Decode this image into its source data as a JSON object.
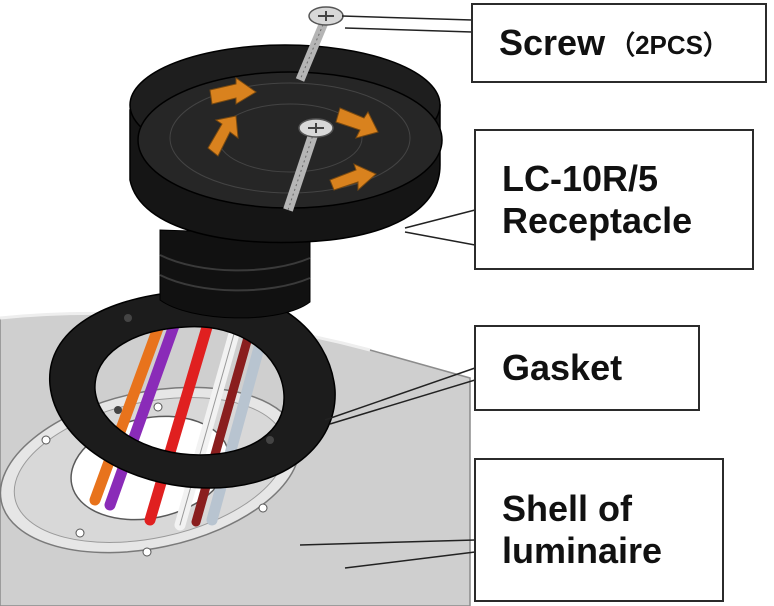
{
  "labels": {
    "screw": {
      "main": "Screw",
      "qty": "（2PCS）"
    },
    "receptacle": {
      "line1": "LC-10R/5",
      "line2": "Receptacle"
    },
    "gasket": {
      "main": "Gasket"
    },
    "shell": {
      "line1": "Shell of",
      "line2": "luminaire"
    }
  },
  "colors": {
    "receptacle_body": "#1c1c1c",
    "terminal_accent": "#d9821e",
    "shell_gray": "#cfcfcf",
    "wire_orange": "#e8731c",
    "wire_purple": "#8a2bb8",
    "wire_red": "#e02020",
    "wire_white": "#f2f2f2",
    "wire_brown": "#8a1e1e",
    "wire_gray": "#b8c4d0"
  }
}
